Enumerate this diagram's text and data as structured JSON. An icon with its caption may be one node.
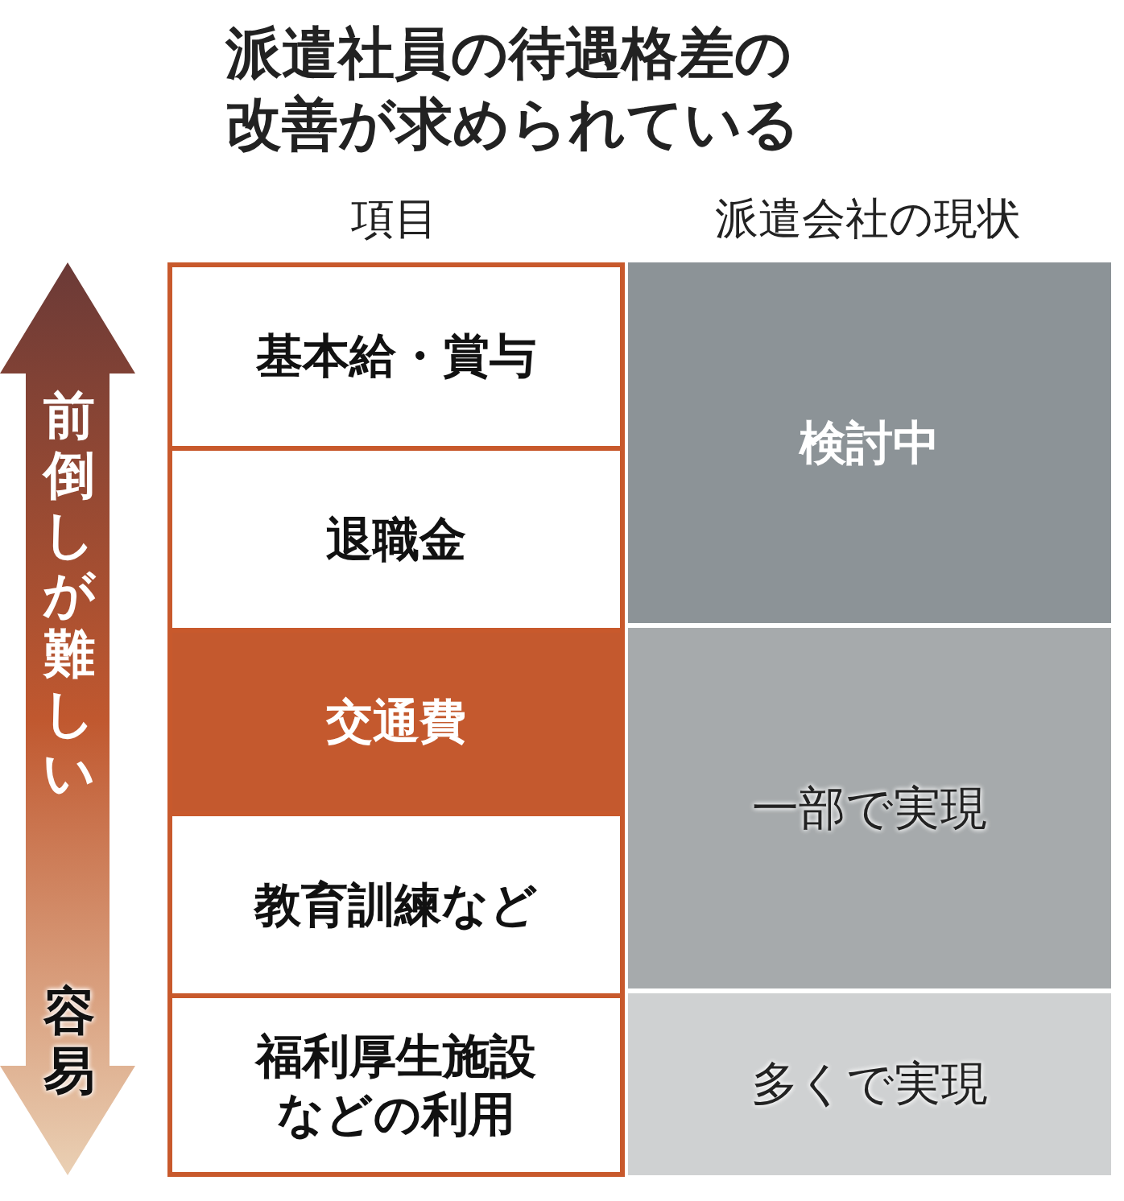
{
  "diagram": {
    "title": "派遣社員の待遇格差の改善が求められている",
    "labels": [
      "項目",
      "派遣会社の現状",
      "基本給・賞与",
      "検討中",
      "退職金",
      "交通費",
      "一部で実現",
      "教育訓練など",
      "福利厚生施設などの利用",
      "多くで実現",
      "前倒しが難しい",
      "容易"
    ]
  }
}
